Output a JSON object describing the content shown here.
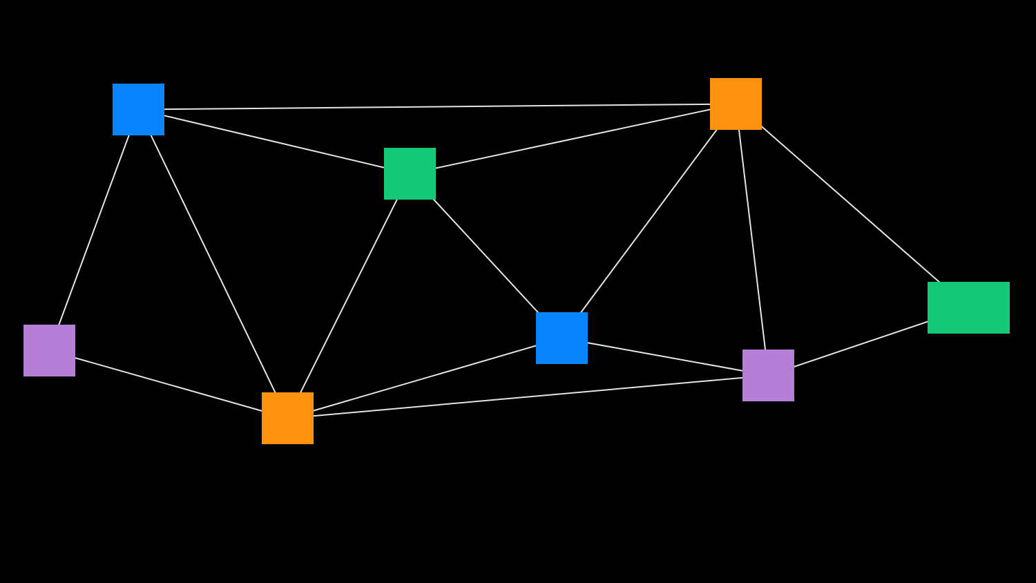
{
  "diagram": {
    "background": "#000000",
    "edge_color": "#E6E6E6",
    "palette": {
      "blue": "#0A84FF",
      "orange": "#FF9110",
      "green": "#16C979",
      "purple": "#B57FD8"
    },
    "nodes": [
      {
        "id": "n1",
        "color": "blue"
      },
      {
        "id": "n2",
        "color": "orange"
      },
      {
        "id": "n3",
        "color": "green"
      },
      {
        "id": "n4",
        "color": "purple"
      },
      {
        "id": "n5",
        "color": "orange"
      },
      {
        "id": "n6",
        "color": "blue"
      },
      {
        "id": "n7",
        "color": "purple"
      },
      {
        "id": "n8",
        "color": "green"
      }
    ],
    "edges": [
      [
        "n1",
        "n2"
      ],
      [
        "n1",
        "n3"
      ],
      [
        "n3",
        "n2"
      ],
      [
        "n1",
        "n4"
      ],
      [
        "n1",
        "n5"
      ],
      [
        "n3",
        "n5"
      ],
      [
        "n3",
        "n6"
      ],
      [
        "n2",
        "n6"
      ],
      [
        "n2",
        "n7"
      ],
      [
        "n2",
        "n8"
      ],
      [
        "n4",
        "n5"
      ],
      [
        "n5",
        "n6"
      ],
      [
        "n5",
        "n7"
      ],
      [
        "n6",
        "n7"
      ],
      [
        "n7",
        "n8"
      ]
    ]
  }
}
